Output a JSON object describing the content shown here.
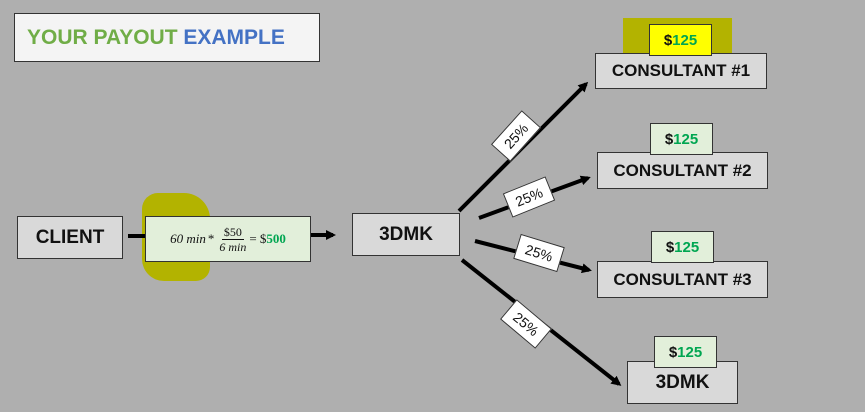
{
  "title": {
    "part1": "YOUR PAYOUT",
    "part2": "EXAMPLE"
  },
  "nodes": {
    "client": "CLIENT",
    "hub": "3DMK",
    "consultant1": "CONSULTANT #1",
    "consultant2": "CONSULTANT #2",
    "consultant3": "CONSULTANT #3",
    "bottom": "3DMK"
  },
  "formula": {
    "lhs": "60 min",
    "op": "*",
    "numerator": "$50",
    "denominator": "6 min",
    "equals": "= $",
    "result": "500"
  },
  "share_label": "25%",
  "payout": {
    "currency": "$",
    "amount": "125"
  },
  "colors": {
    "background": "#afafaf",
    "title_green": "#70ad47",
    "title_blue": "#4472c4",
    "money_green": "#00a651",
    "highlight": "#b3b300"
  }
}
